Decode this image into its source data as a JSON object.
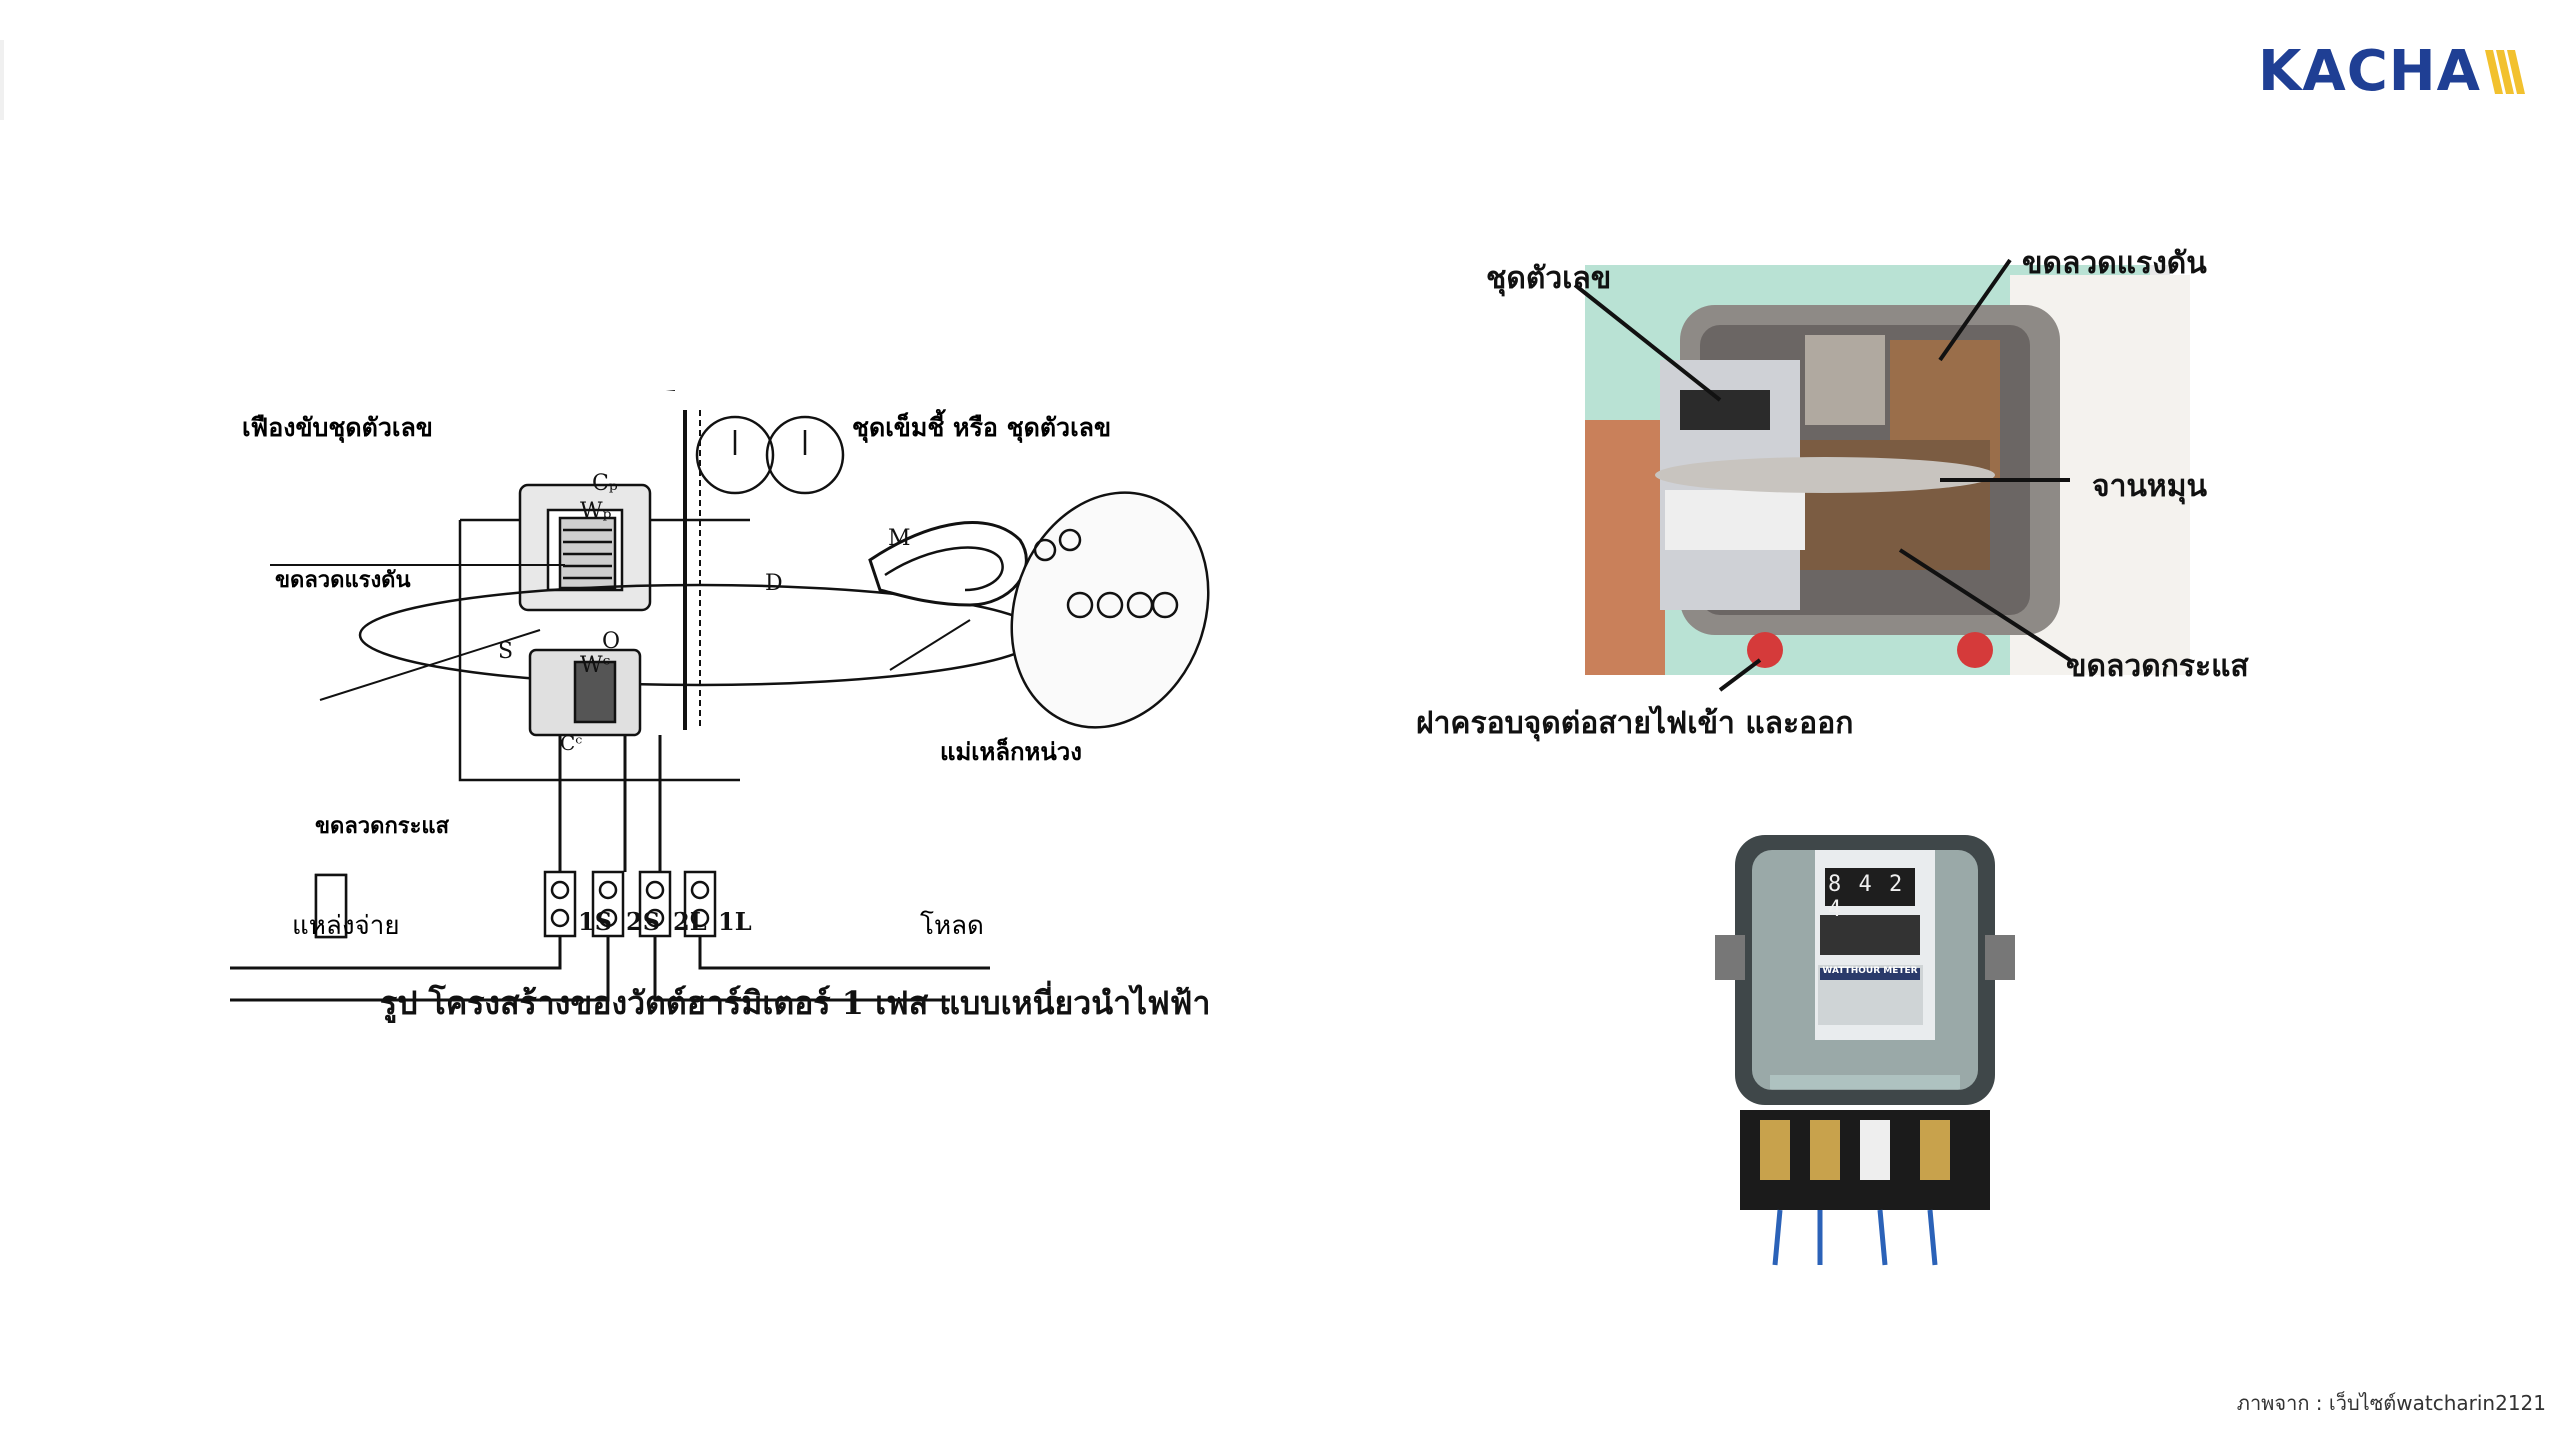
{
  "brand": {
    "name": "KACHA",
    "color": "#1f3f94",
    "accent": "#f2c12e"
  },
  "diagram": {
    "labels": {
      "gear": "เฟืองขับชุดตัวเลข",
      "pointer": "ชุดเข็มชี้ หรือ ชุดตัวเลข",
      "voltage_coil": "ขดลวดแรงดัน",
      "current_coil": "ขดลวดกระแส",
      "magnet": "แม่เหล็กหน่วง",
      "source": "แหล่งจ่าย",
      "load": "โหลด",
      "cp": "Cₚ",
      "cc": "Cᶜ",
      "wp": "Wₚ",
      "wc": "Wᶜ",
      "s": "S",
      "o": "O",
      "m": "M",
      "d": "D",
      "terminals": [
        "1S",
        "2S",
        "2L",
        "1L"
      ]
    },
    "caption": "รูป โครงสร้างของวัตต์ฮาร์มิเตอร์ 1 เฟส แบบเหนี่ยวนำไฟฟ้า"
  },
  "photo_top": {
    "labels": {
      "digits": "ชุดตัวเลข",
      "voltage_coil": "ขดลวดแรงดัน",
      "disk": "จานหมุน",
      "current_coil": "ขดลวดกระแส",
      "cover": "ฝาครอบจุดต่อสายไฟเข้า และออก"
    }
  },
  "photo_bottom": {
    "reading": "8 4 2 4",
    "plate_title": "WATTHOUR METER"
  },
  "footer": {
    "credit": "ภาพจาก : เว็บไซต์watcharin2121"
  }
}
